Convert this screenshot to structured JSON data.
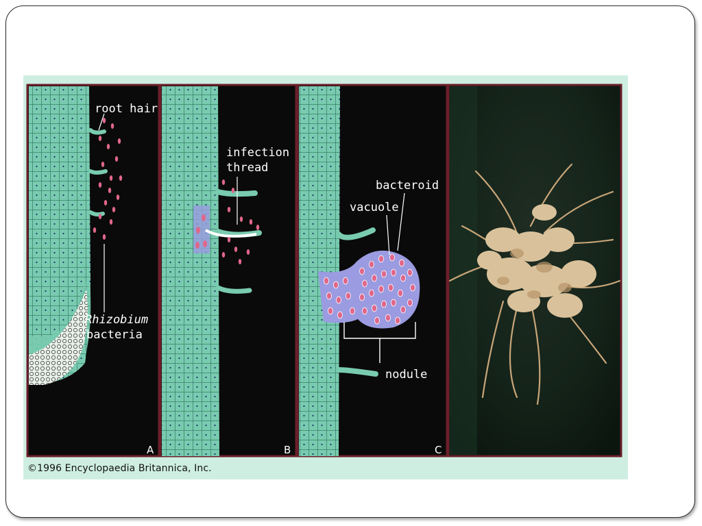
{
  "figure": {
    "panels": {
      "a": {
        "letter": "A"
      },
      "b": {
        "letter": "B"
      },
      "c": {
        "letter": "C"
      }
    },
    "labels": {
      "root_hair": "root hair",
      "rhizobium": "Rhizobium",
      "bacteria": "bacteria",
      "infection_1": "infection",
      "infection_2": "thread",
      "bacteroid": "bacteroid",
      "vacuole": "vacuole",
      "nodule": "nodule"
    },
    "copyright": "©1996 Encyclopaedia Britannica, Inc."
  },
  "colors": {
    "cell_fill": "#79cbb0",
    "cell_line": "#0e3b2e",
    "background": "#0a0a0a",
    "bacteria": "#e0678a",
    "frame": "#cfeee2"
  }
}
